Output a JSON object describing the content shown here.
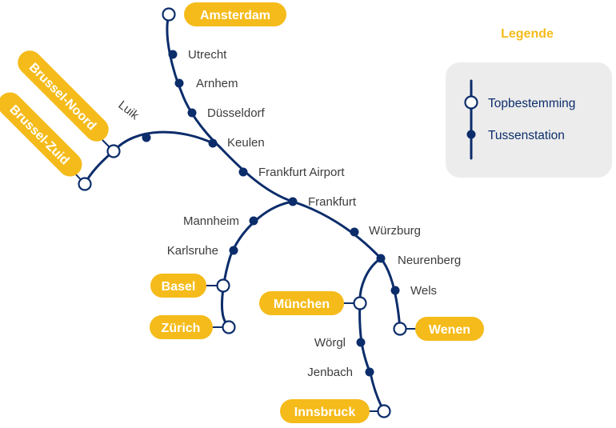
{
  "legend": {
    "title": "Legende",
    "items": [
      {
        "label": "Topbestemming",
        "marker": "open-circle-icon"
      },
      {
        "label": "Tussenstation",
        "marker": "filled-dot-icon"
      }
    ]
  },
  "colors": {
    "line": "#0c2d6b",
    "highlight": "#f5bb1a",
    "legend_background": "#ececec",
    "text": "#3c3c3c"
  },
  "destinations": {
    "amsterdam": "Amsterdam",
    "brussel_noord": "Brussel-Noord",
    "brussel_zuid": "Brussel-Zuid",
    "basel": "Basel",
    "zurich": "Zürich",
    "munchen": "München",
    "wenen": "Wenen",
    "innsbruck": "Innsbruck"
  },
  "stations": {
    "utrecht": "Utrecht",
    "arnhem": "Arnhem",
    "dusseldorf": "Düsseldorf",
    "keulen": "Keulen",
    "luik": "Luik",
    "frankfurt_airport": "Frankfurt Airport",
    "frankfurt": "Frankfurt",
    "mannheim": "Mannheim",
    "karlsruhe": "Karlsruhe",
    "wurzburg": "Würzburg",
    "neurenberg": "Neurenberg",
    "wels": "Wels",
    "worgl": "Wörgl",
    "jenbach": "Jenbach"
  }
}
